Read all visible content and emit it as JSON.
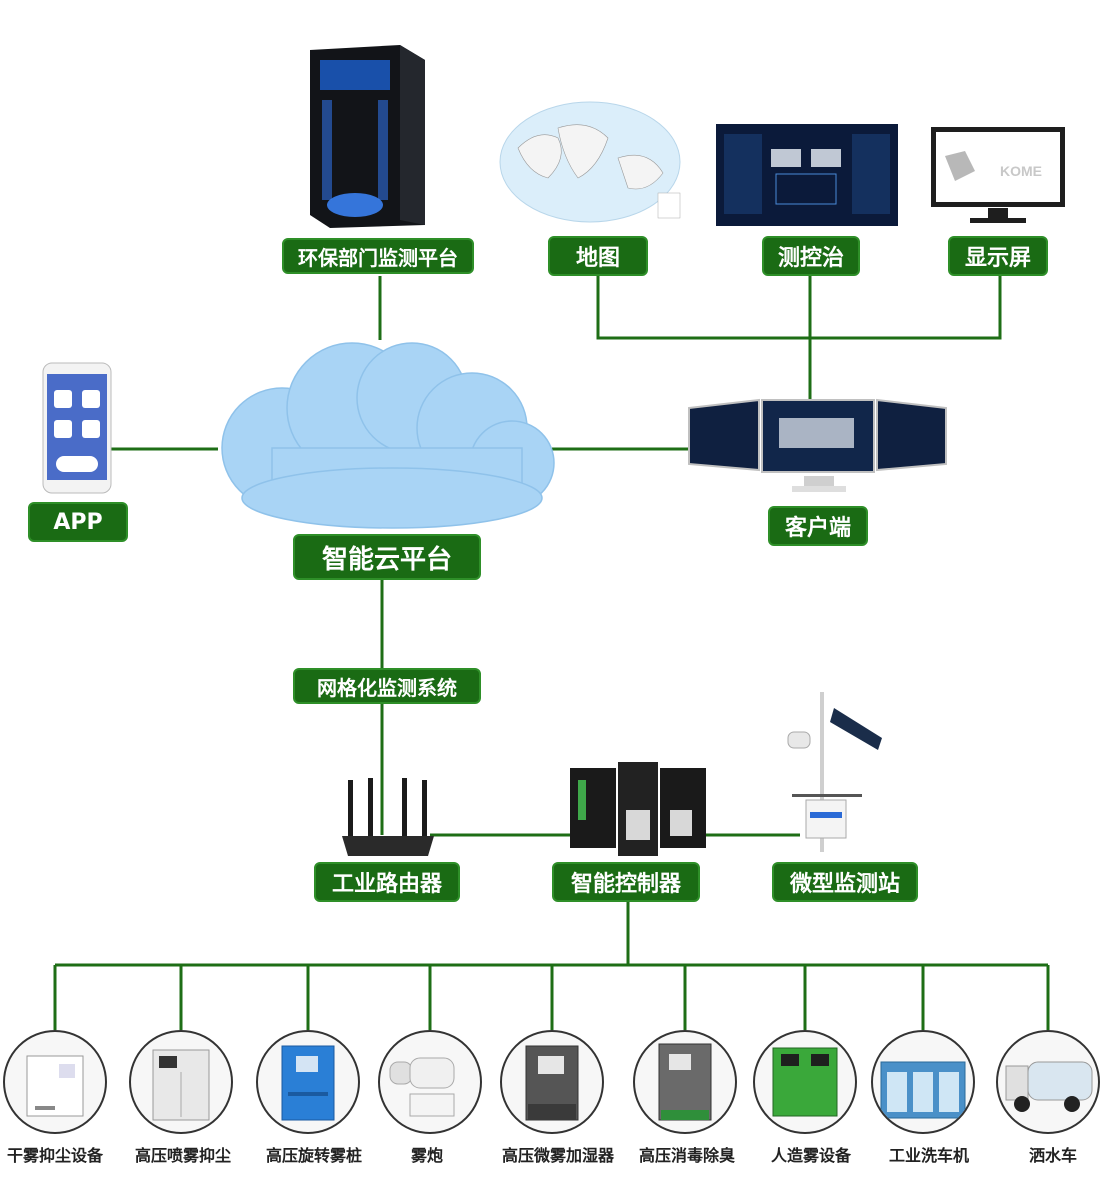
{
  "top_labels": {
    "env_platform": "环保部门监测平台",
    "map": "地图",
    "control": "测控治",
    "display": "显示屏"
  },
  "side_labels": {
    "app": "APP",
    "client": "客户端"
  },
  "cloud_label": "智能云平台",
  "grid_label": "网格化监测系统",
  "mid_labels": {
    "router": "工业路由器",
    "controller": "智能控制器",
    "station": "微型监测站"
  },
  "devices": [
    {
      "name": "干雾抑尘设备",
      "color": "#ffffff"
    },
    {
      "name": "高压喷雾抑尘",
      "color": "#e8e8e8"
    },
    {
      "name": "高压旋转雾桩",
      "color": "#2a7fd6"
    },
    {
      "name": "雾炮",
      "color": "#f0f0f0"
    },
    {
      "name": "高压微雾加湿器",
      "color": "#555555"
    },
    {
      "name": "高压消毒除臭",
      "color": "#6a6a6a"
    },
    {
      "name": "人造雾设备",
      "color": "#3aa83a"
    },
    {
      "name": "工业洗车机",
      "color": "#4a90c8"
    },
    {
      "name": "洒水车",
      "color": "#d9e6f0"
    }
  ],
  "colors": {
    "line": "#1e6e16",
    "label_bg": "#1a6b14",
    "cloud": "#a9d4f5"
  }
}
